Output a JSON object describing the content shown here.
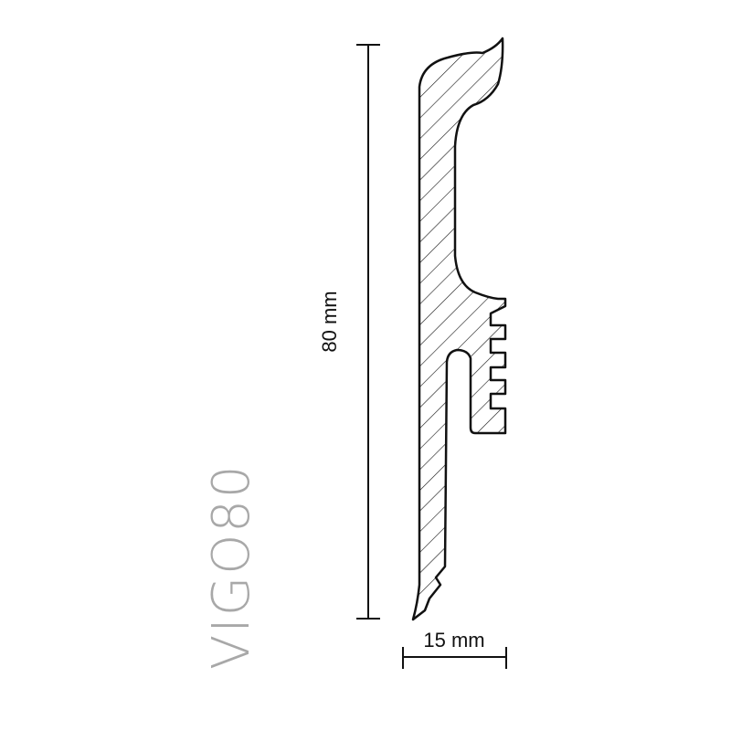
{
  "drawing": {
    "product_code": "VIGO80",
    "height_label": "80 mm",
    "width_label": "15 mm"
  },
  "colors": {
    "line": "#111111",
    "product_text": "#a8a8a8",
    "background": "#ffffff"
  }
}
